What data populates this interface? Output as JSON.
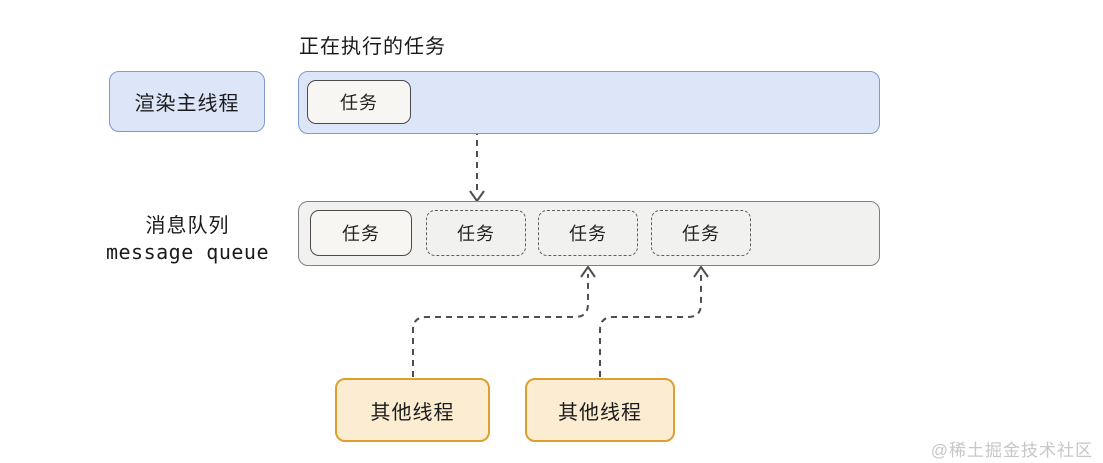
{
  "colors": {
    "blue-fill": "#dce6f8",
    "blue-border": "#7e9ace",
    "gray-fill": "#f1f1f0",
    "gray-border": "#7f7f7f",
    "task-fill": "#f7f6f2",
    "task-border": "#4b4b4b",
    "orange-fill": "#fcedd2",
    "orange-border": "#dda02f",
    "connector": "#4f4f4f",
    "watermark": "#c7c7c7"
  },
  "executing_label": "正在执行的任务",
  "render_thread": {
    "label": "渲染主线程"
  },
  "executing_bar": {
    "task": "任务"
  },
  "queue": {
    "label_zh": "消息队列",
    "label_en": "message queue",
    "tasks": [
      {
        "label": "任务",
        "style": "solid"
      },
      {
        "label": "任务",
        "style": "dashed"
      },
      {
        "label": "任务",
        "style": "dashed"
      },
      {
        "label": "任务",
        "style": "dashed"
      }
    ]
  },
  "other_threads": [
    {
      "label": "其他线程"
    },
    {
      "label": "其他线程"
    }
  ],
  "watermark": "@稀土掘金技术社区"
}
